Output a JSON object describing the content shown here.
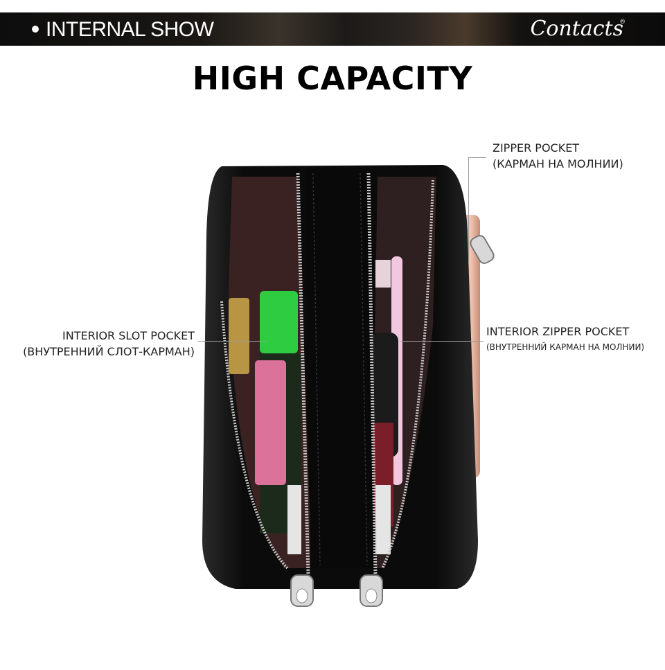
{
  "banner": {
    "title": "INTERNAL SHOW",
    "brand": "Contacts",
    "brand_mark": "®"
  },
  "headline": "HIGH CAPACITY",
  "callouts": {
    "zipper_pocket": {
      "en": "ZIPPER POCKET",
      "ru": "(КАРМАН НА МОЛНИИ)"
    },
    "interior_slot_pocket": {
      "en": "INTERIOR SLOT POCKET",
      "ru": "(ВНУТРЕННИЙ СЛОТ-КАРМАН)"
    },
    "interior_zipper_pocket": {
      "en": "INTERIOR ZIPPER POCKET",
      "ru": "(ВНУТРЕННИЙ КАРМАН НА МОЛНИИ)"
    }
  },
  "colors": {
    "banner_bg": "#111111",
    "leather": "#0e0e0e",
    "zipper": "#c9c9c9",
    "phone": "#e9b7a3",
    "toothbrush": "#f2c8e0",
    "bottle_green": "#2ecc40"
  }
}
